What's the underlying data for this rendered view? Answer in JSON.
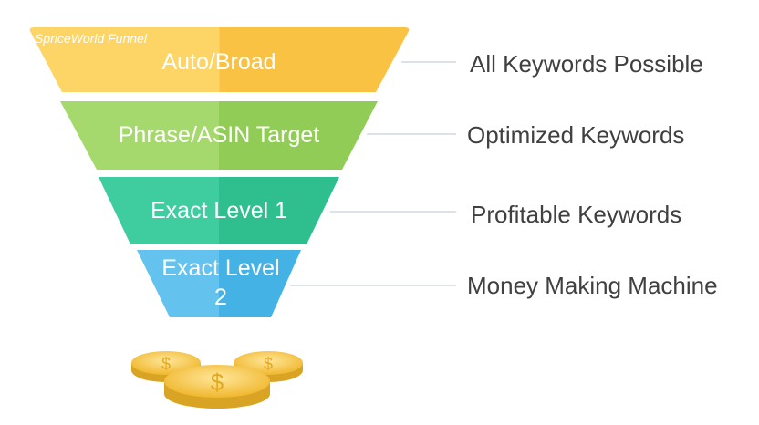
{
  "brand_tag": "SpriceWorld Funnel",
  "levels": [
    {
      "label": "Auto/Broad",
      "description": "All Keywords Possible",
      "color_left": "#fdd466",
      "color_right": "#f9c242"
    },
    {
      "label": "Phrase/ASIN Target",
      "description": "Optimized Keywords",
      "color_left": "#a6d96d",
      "color_right": "#91cc57"
    },
    {
      "label": "Exact Level 1",
      "description": "Profitable Keywords",
      "color_left": "#3fcda0",
      "color_right": "#2fbf8f"
    },
    {
      "label": "Exact Level\n2",
      "description": "Money Making Machine",
      "color_left": "#63c3ee",
      "color_right": "#45b2e6"
    }
  ],
  "coin_icon": "dollar-coin-icon",
  "coin_color": "#f6c745"
}
